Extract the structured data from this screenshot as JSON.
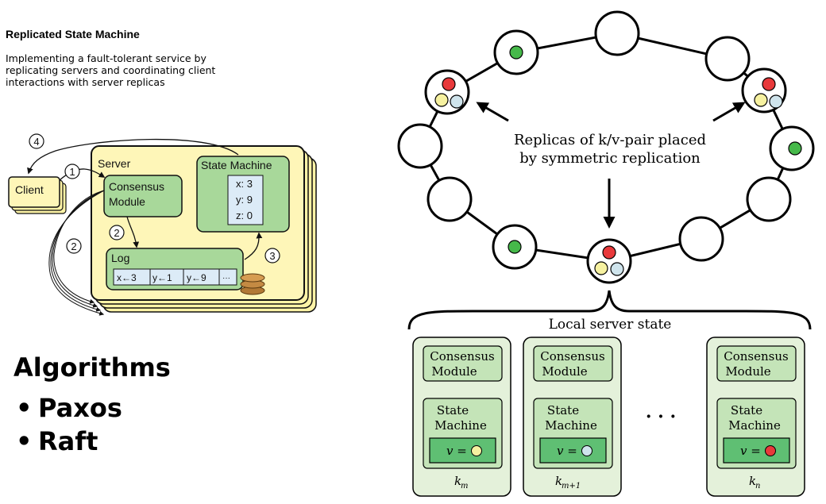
{
  "slide": {
    "heading": "Replicated State Machine",
    "description": "Implementing a fault-tolerant service by replicating servers and coordinating client interactions with server replicas"
  },
  "algorithms": {
    "title": "Algorithms",
    "items": [
      "Paxos",
      "Raft"
    ]
  },
  "rsm_diagram": {
    "client_label": "Client",
    "server_label": "Server",
    "consensus_module_label": [
      "Consensus",
      "Module"
    ],
    "state_machine_label": "State Machine",
    "state_values": [
      "x: 3",
      "y: 9",
      "z: 0"
    ],
    "log_label": "Log",
    "log_entries": [
      "x←3",
      "y←1",
      "y←9",
      "···"
    ],
    "step_numbers": [
      "1",
      "2",
      "3",
      "4"
    ]
  },
  "ring_diagram": {
    "annotation_line1": "Replicas of k/v-pair placed",
    "annotation_line2": "by symmetric replication",
    "brace_label": "Local server state",
    "ellipsis": "· · ·",
    "colors": {
      "red": "#e8393b",
      "yellow": "#f6f1a0",
      "blue": "#cfe4ec",
      "green": "#46b94a",
      "box_fill": "#e4f1da",
      "module_fill": "#c4e4b8",
      "value_fill": "#5fbf73"
    },
    "servers": [
      {
        "consensus_label": [
          "Consensus",
          "Module"
        ],
        "state_machine_label": [
          "State",
          "Machine"
        ],
        "value_label": "v =",
        "value_color": "yellow",
        "key_base": "k",
        "key_sub": "m"
      },
      {
        "consensus_label": [
          "Consensus",
          "Module"
        ],
        "state_machine_label": [
          "State",
          "Machine"
        ],
        "value_label": "v =",
        "value_color": "blue",
        "key_base": "k",
        "key_sub": "m+1"
      },
      {
        "consensus_label": [
          "Consensus",
          "Module"
        ],
        "state_machine_label": [
          "State",
          "Machine"
        ],
        "value_label": "v =",
        "value_color": "red",
        "key_base": "k",
        "key_sub": "n"
      }
    ]
  }
}
